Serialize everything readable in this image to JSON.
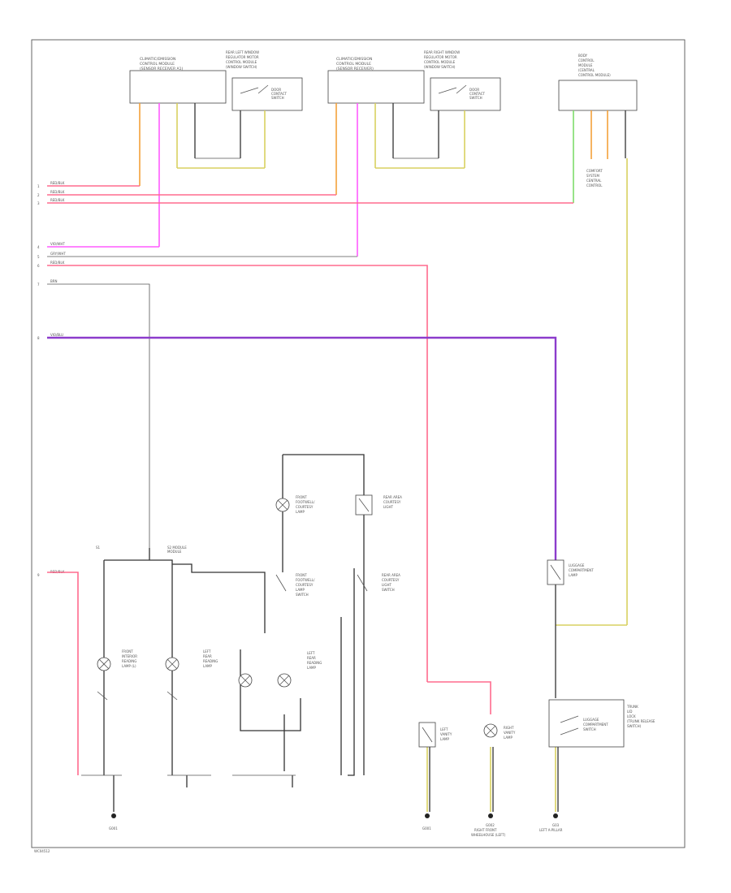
{
  "components": {
    "top_module_1": [
      "CLIMATIC/EMISSION",
      "CONTROL MODULE",
      "(SENSOR RECEIVER A1)"
    ],
    "top_switch_1": [
      "REAR LEFT WINDOW",
      "REGULATOR MOTOR",
      "CONTROL MODULE",
      "(WINDOW SWITCH)"
    ],
    "top_switch_1_note": [
      "DOOR",
      "CONTACT",
      "SWITCH"
    ],
    "top_module_2": [
      "CLIMATIC/EMISSION",
      "CONTROL MODULE",
      "(SENSOR RECEIVER)"
    ],
    "top_switch_2": [
      "REAR RIGHT WINDOW",
      "REGULATOR MOTOR",
      "CONTROL MODULE",
      "(WINDOW SWITCH)"
    ],
    "top_switch_2_note": [
      "DOOR",
      "CONTACT",
      "SWITCH"
    ],
    "top_right_module": [
      "BODY",
      "CONTROL",
      "MODULE",
      "(CENTRAL",
      "CONTROL MODULE)"
    ],
    "top_right_connector": [
      "COMFORT",
      "SYSTEM",
      "CENTRAL",
      "CONTROL"
    ],
    "left_left_lamp": [
      "FRONT",
      "INTERIOR",
      "READING",
      "LAMP (L)"
    ],
    "left_mid_lamp": [
      "LEFT",
      "REAR",
      "READING",
      "LAMP"
    ],
    "left_right_lamp": [
      "LEFT",
      "REAR",
      "READING",
      "LAMP"
    ],
    "center_top_lamp": [
      "FRONT",
      "FOOTWELL/",
      "COURTESY",
      "LAMP"
    ],
    "center_top_light": [
      "REAR AREA",
      "COURTESY",
      "LIGHT"
    ],
    "center_mid_switch": [
      "FRONT",
      "FOOTWELL/",
      "COURTESY",
      "LAMP",
      "SWITCH"
    ],
    "center_mid_right_switch": [
      "REAR AREA",
      "COURTESY",
      "LIGHT",
      "SWITCH"
    ],
    "bottom_lamp_1": [
      "LEFT",
      "VANITY",
      "LAMP"
    ],
    "bottom_lamp_2": [
      "RIGHT",
      "VANITY",
      "LAMP"
    ],
    "right_top_lamp": [
      "LUGGAGE",
      "COMPARTMENT",
      "LAMP"
    ],
    "right_bottom_module": [
      "TRUNK",
      "LID",
      "LOCK",
      "(TRUNK RELEASE",
      "SWITCH)"
    ],
    "right_bottom_module_note": [
      "LUGGAGE",
      "COMPARTMENT",
      "SWITCH"
    ],
    "junction_1": "S1",
    "junction_2": "S2 MODULE",
    "junction_2_b": "MODULE"
  },
  "left_labels": [
    {
      "num": "1",
      "text": "RED/BLK"
    },
    {
      "num": "2",
      "text": "RED/BLK"
    },
    {
      "num": "3",
      "text": "RED/BLK"
    },
    {
      "num": "4",
      "text": "VIO/WHT"
    },
    {
      "num": "5",
      "text": "GRY/WHT"
    },
    {
      "num": "6",
      "text": "RED/BLK"
    },
    {
      "num": "7",
      "text": "BRN"
    },
    {
      "num": "8",
      "text": "VIO/BLU"
    },
    {
      "num": "9",
      "text": "RED/BLK"
    }
  ],
  "ground_labels": {
    "g1": "G001",
    "g2": "G002",
    "g2_note": [
      "RIGHT FRONT",
      "WHEELHOUSE (LEFT)"
    ],
    "g3": "G03",
    "g3_note": "LEFT A-PILLAR"
  },
  "footer": "WC04512",
  "colors": {
    "pink": "#ff6b8e",
    "magenta": "#ff5bff",
    "orange": "#f4a23a",
    "yellow": "#d8d060",
    "green": "#7edc6a",
    "purple": "#8c3ccc",
    "black": "#333333"
  }
}
